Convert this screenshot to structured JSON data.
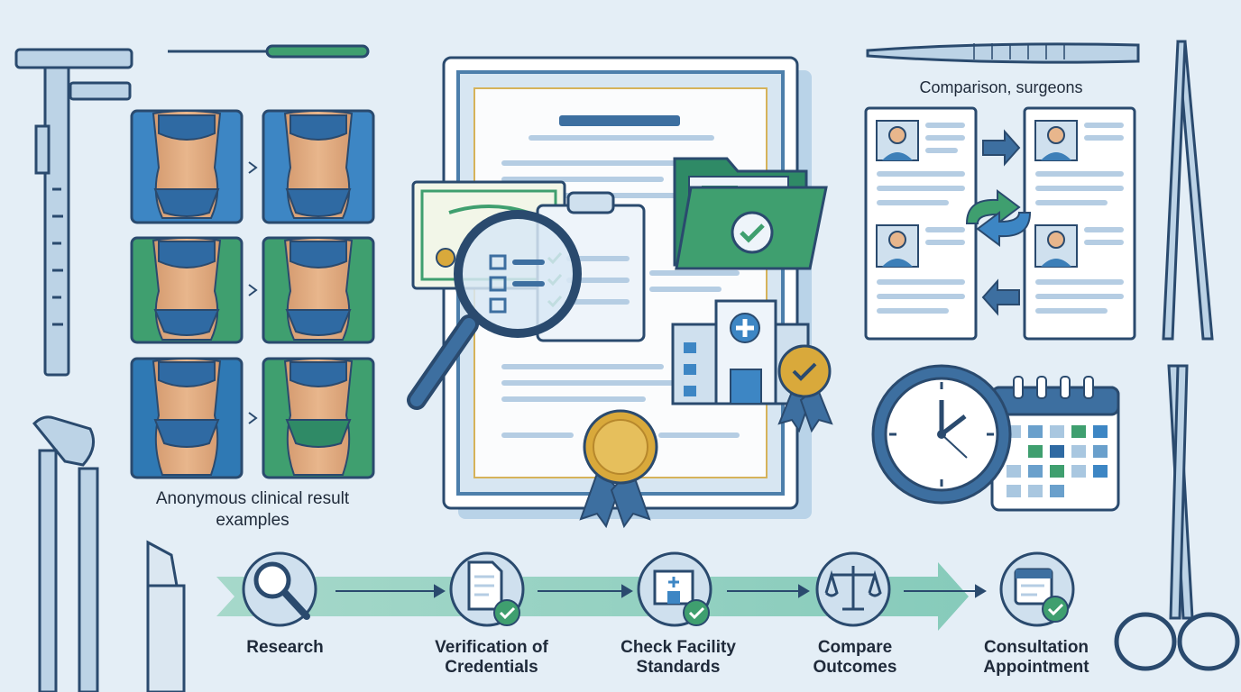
{
  "gallery": {
    "caption": "Anonymous clinical result examples",
    "panel_colors": [
      "#3d86c4",
      "#3f9f6f",
      "#2f79b4"
    ]
  },
  "comparison": {
    "caption": "Comparison, surgeons"
  },
  "steps": [
    {
      "label": "Research",
      "icon": "magnifier-icon"
    },
    {
      "label": "Verification of Credentials",
      "icon": "document-check-icon"
    },
    {
      "label": "Check Facility Standards",
      "icon": "hospital-check-icon"
    },
    {
      "label": "Compare Outcomes",
      "icon": "balance-scale-icon"
    },
    {
      "label": "Consultation Appointment",
      "icon": "calendar-check-icon"
    }
  ],
  "colors": {
    "navy": "#2a4a6e",
    "blue": "#3d7fb8",
    "green": "#3f9f6f",
    "gold": "#d9a93b",
    "background": "#e4eef6"
  }
}
